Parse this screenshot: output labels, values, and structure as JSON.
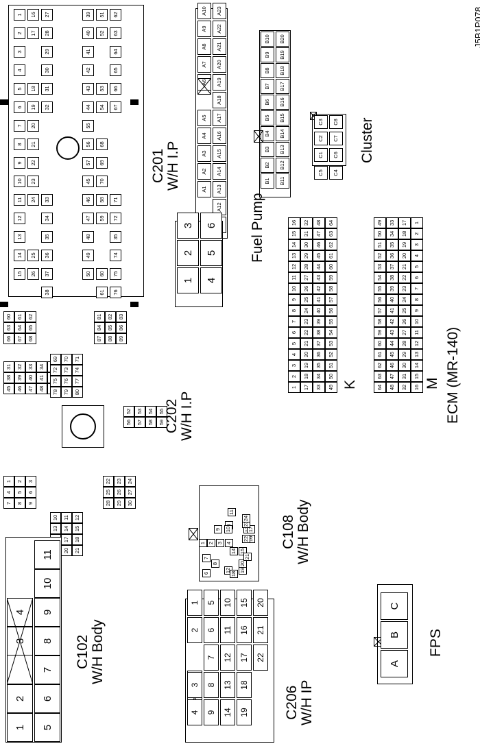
{
  "figure_code": "J5B1P078",
  "connectors": {
    "c201": {
      "name": "C201",
      "sub": "W/H I.P",
      "rows": [
        [
          "1",
          "2",
          "3",
          "4",
          "5",
          "6",
          "7",
          "8",
          "9",
          "10",
          "11",
          "12",
          "13",
          "14",
          "15"
        ],
        [
          "16",
          "17",
          "",
          "",
          "18",
          "19",
          "20",
          "21",
          "22",
          "23",
          "24",
          "",
          "",
          "25",
          "26"
        ],
        [
          "27",
          "28",
          "29",
          "30",
          "31",
          "32",
          "",
          "",
          "",
          "",
          "33",
          "34",
          "35",
          "36",
          "37",
          "38"
        ],
        [
          "39",
          "40",
          "41",
          "42",
          "43",
          "44",
          "55",
          "56",
          "57",
          "45",
          "46",
          "47",
          "48",
          "49",
          "50"
        ],
        [
          "51",
          "52",
          "",
          "",
          "53",
          "54",
          "",
          "68",
          "69",
          "70",
          "58",
          "59",
          "",
          "",
          "60",
          "61"
        ],
        [
          "62",
          "63",
          "64",
          "65",
          "66",
          "67",
          "",
          "",
          "",
          "",
          "71",
          "72",
          "35",
          "74",
          "75",
          "76"
        ]
      ]
    },
    "a_series": {
      "top": [
        "A10",
        "A9",
        "A8",
        "A7",
        "A6",
        "",
        "A5",
        "A4",
        "A3",
        "A2",
        "A1"
      ],
      "bottom": [
        "A23",
        "A22",
        "A21",
        "A20",
        "A19",
        "A18",
        "A17",
        "A16",
        "A15",
        "A14",
        "A13",
        "A12",
        "A11"
      ]
    },
    "cluster": {
      "name": "Cluster",
      "rows": [
        [
          "C3",
          "C8"
        ],
        [
          "C2",
          "C7"
        ],
        [
          "C1",
          "C6"
        ],
        [
          "C5",
          "C4"
        ]
      ],
      "b_top": [
        "B10",
        "B9",
        "B8",
        "B7",
        "B6",
        "B5",
        "B4",
        "B3",
        "B2",
        "B1"
      ],
      "b_bottom": [
        "B20",
        "B19",
        "B18",
        "B17",
        "B16",
        "B15",
        "B14",
        "B13",
        "B12",
        "B11"
      ]
    },
    "fuel_pump": {
      "name": "Fuel Pump",
      "top": [
        "3",
        "2",
        "1"
      ],
      "bottom": [
        "6",
        "5",
        "4"
      ]
    },
    "ecm": {
      "title": "ECM (MR-140)",
      "k_label": "K",
      "m_label": "M",
      "k_rows": [
        [
          "16",
          "15",
          "14",
          "13",
          "12",
          "11",
          "10",
          "9",
          "8",
          "7",
          "6",
          "5",
          "4",
          "3",
          "2",
          "1"
        ],
        [
          "32",
          "31",
          "30",
          "29",
          "28",
          "27",
          "26",
          "25",
          "24",
          "23",
          "22",
          "21",
          "20",
          "19",
          "18",
          "17"
        ],
        [
          "48",
          "47",
          "46",
          "45",
          "44",
          "43",
          "42",
          "41",
          "40",
          "39",
          "38",
          "37",
          "36",
          "35",
          "34",
          "33"
        ],
        [
          "64",
          "63",
          "62",
          "61",
          "60",
          "59",
          "58",
          "57",
          "56",
          "55",
          "54",
          "53",
          "52",
          "51",
          "50",
          "49"
        ]
      ],
      "m_rows": [
        [
          "49",
          "50",
          "51",
          "52",
          "53",
          "54",
          "55",
          "56",
          "57",
          "58",
          "59",
          "60",
          "61",
          "62",
          "63",
          "64"
        ],
        [
          "33",
          "34",
          "35",
          "36",
          "37",
          "38",
          "39",
          "40",
          "41",
          "42",
          "43",
          "44",
          "45",
          "46",
          "47",
          "48"
        ],
        [
          "17",
          "18",
          "19",
          "20",
          "21",
          "22",
          "23",
          "24",
          "25",
          "26",
          "27",
          "28",
          "29",
          "30",
          "31",
          "32"
        ],
        [
          "1",
          "2",
          "3",
          "4",
          "5",
          "6",
          "7",
          "8",
          "9",
          "10",
          "11",
          "12",
          "13",
          "14",
          "15",
          "16"
        ]
      ]
    },
    "c202": {
      "name": "C202",
      "sub": "W/H I.P",
      "blocks": [
        {
          "rows": [
            [
              "1",
              "2",
              "3"
            ],
            [
              "4",
              "5",
              "6"
            ],
            [
              "7",
              "8",
              "9"
            ]
          ]
        },
        {
          "rows": [
            [
              "10",
              "11",
              "12"
            ],
            [
              "13",
              "14",
              "15"
            ],
            [
              "16",
              "17",
              "18"
            ],
            [
              "19",
              "20",
              "21"
            ]
          ]
        },
        {
          "rows": [
            [
              "22",
              "23",
              "24"
            ],
            [
              "25",
              "26",
              "27"
            ],
            [
              "28",
              "29",
              "30"
            ]
          ]
        },
        {
          "rows": [
            [
              "31",
              "32",
              "33",
              "34",
              "35",
              "36",
              "37"
            ],
            [
              "38",
              "39",
              "40",
              "41",
              "42",
              "43",
              "44"
            ],
            [
              "45",
              "46",
              "47",
              "48",
              "49",
              "50",
              "51"
            ]
          ]
        },
        {
          "rows": [
            [
              "52",
              "53",
              "54",
              "55"
            ],
            [
              "56",
              "57",
              "58",
              "59"
            ]
          ]
        },
        {
          "rows": [
            [
              "60",
              "61",
              "62"
            ],
            [
              "63",
              "64",
              "65"
            ],
            [
              "66",
              "67",
              "68"
            ]
          ]
        },
        {
          "rows": [
            [
              "69",
              "70",
              "71"
            ],
            [
              "72",
              "73",
              "74"
            ],
            [
              "75",
              "76",
              "77"
            ],
            [
              "78",
              "79",
              "80"
            ]
          ]
        },
        {
          "rows": [
            [
              "81",
              "82",
              "83"
            ],
            [
              "84",
              "85",
              "86"
            ],
            [
              "87",
              "88",
              "89"
            ]
          ]
        }
      ]
    },
    "c108": {
      "name": "C108",
      "sub": "W/H Body",
      "cells": [
        "1",
        "2",
        "3",
        "4",
        "5",
        "6",
        "7",
        "8",
        "9",
        "10",
        "11",
        "12",
        "13",
        "14",
        "15",
        "16",
        "17",
        "18",
        "19",
        "20",
        "21",
        "22",
        "23",
        "24"
      ]
    },
    "c102": {
      "name": "C102",
      "sub": "W/H Body",
      "top": [
        "1",
        "2",
        "",
        "3",
        "4"
      ],
      "bottom": [
        "5",
        "6",
        "7",
        "8",
        "9",
        "10",
        "11"
      ]
    },
    "c206": {
      "name": "C206",
      "sub": "W/H IP",
      "rows": [
        [
          "1",
          "2",
          "",
          "3",
          "4"
        ],
        [
          "5",
          "6",
          "7",
          "8",
          "9"
        ],
        [
          "10",
          "11",
          "12",
          "13",
          "14"
        ],
        [
          "15",
          "16",
          "17",
          "18",
          "19"
        ],
        [
          "20",
          "21",
          "22"
        ]
      ]
    },
    "fps": {
      "name": "FPS",
      "pins": [
        "A",
        "B",
        "C"
      ]
    }
  }
}
